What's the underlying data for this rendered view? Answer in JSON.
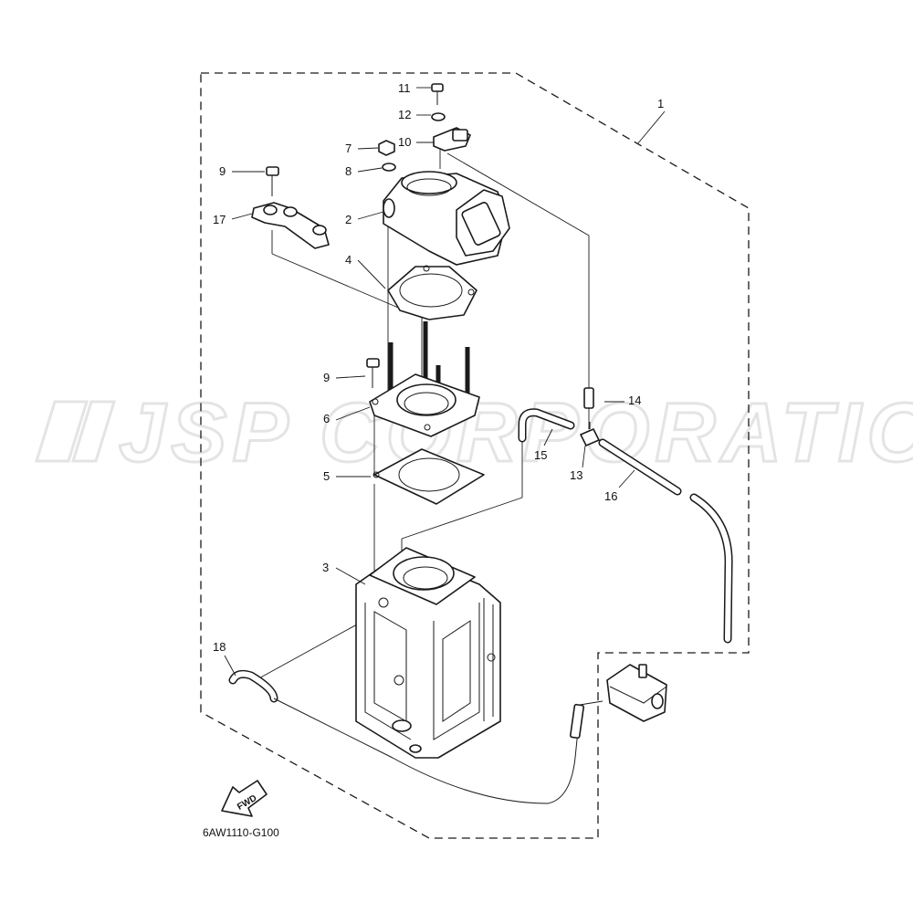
{
  "watermark": "JSP CORPORATION",
  "diagram_code": "6AW1110-G100",
  "fwd_label": "FWD",
  "callouts": [
    {
      "id": "c1",
      "label": "1"
    },
    {
      "id": "c2",
      "label": "2"
    },
    {
      "id": "c3",
      "label": "3"
    },
    {
      "id": "c4",
      "label": "4"
    },
    {
      "id": "c5",
      "label": "5"
    },
    {
      "id": "c6",
      "label": "6"
    },
    {
      "id": "c7",
      "label": "7"
    },
    {
      "id": "c8",
      "label": "8"
    },
    {
      "id": "c9a",
      "label": "9"
    },
    {
      "id": "c9b",
      "label": "9"
    },
    {
      "id": "c10",
      "label": "10"
    },
    {
      "id": "c11",
      "label": "11"
    },
    {
      "id": "c12",
      "label": "12"
    },
    {
      "id": "c13",
      "label": "13"
    },
    {
      "id": "c14",
      "label": "14"
    },
    {
      "id": "c15",
      "label": "15"
    },
    {
      "id": "c16",
      "label": "16"
    },
    {
      "id": "c17",
      "label": "17"
    },
    {
      "id": "c18",
      "label": "18"
    }
  ]
}
